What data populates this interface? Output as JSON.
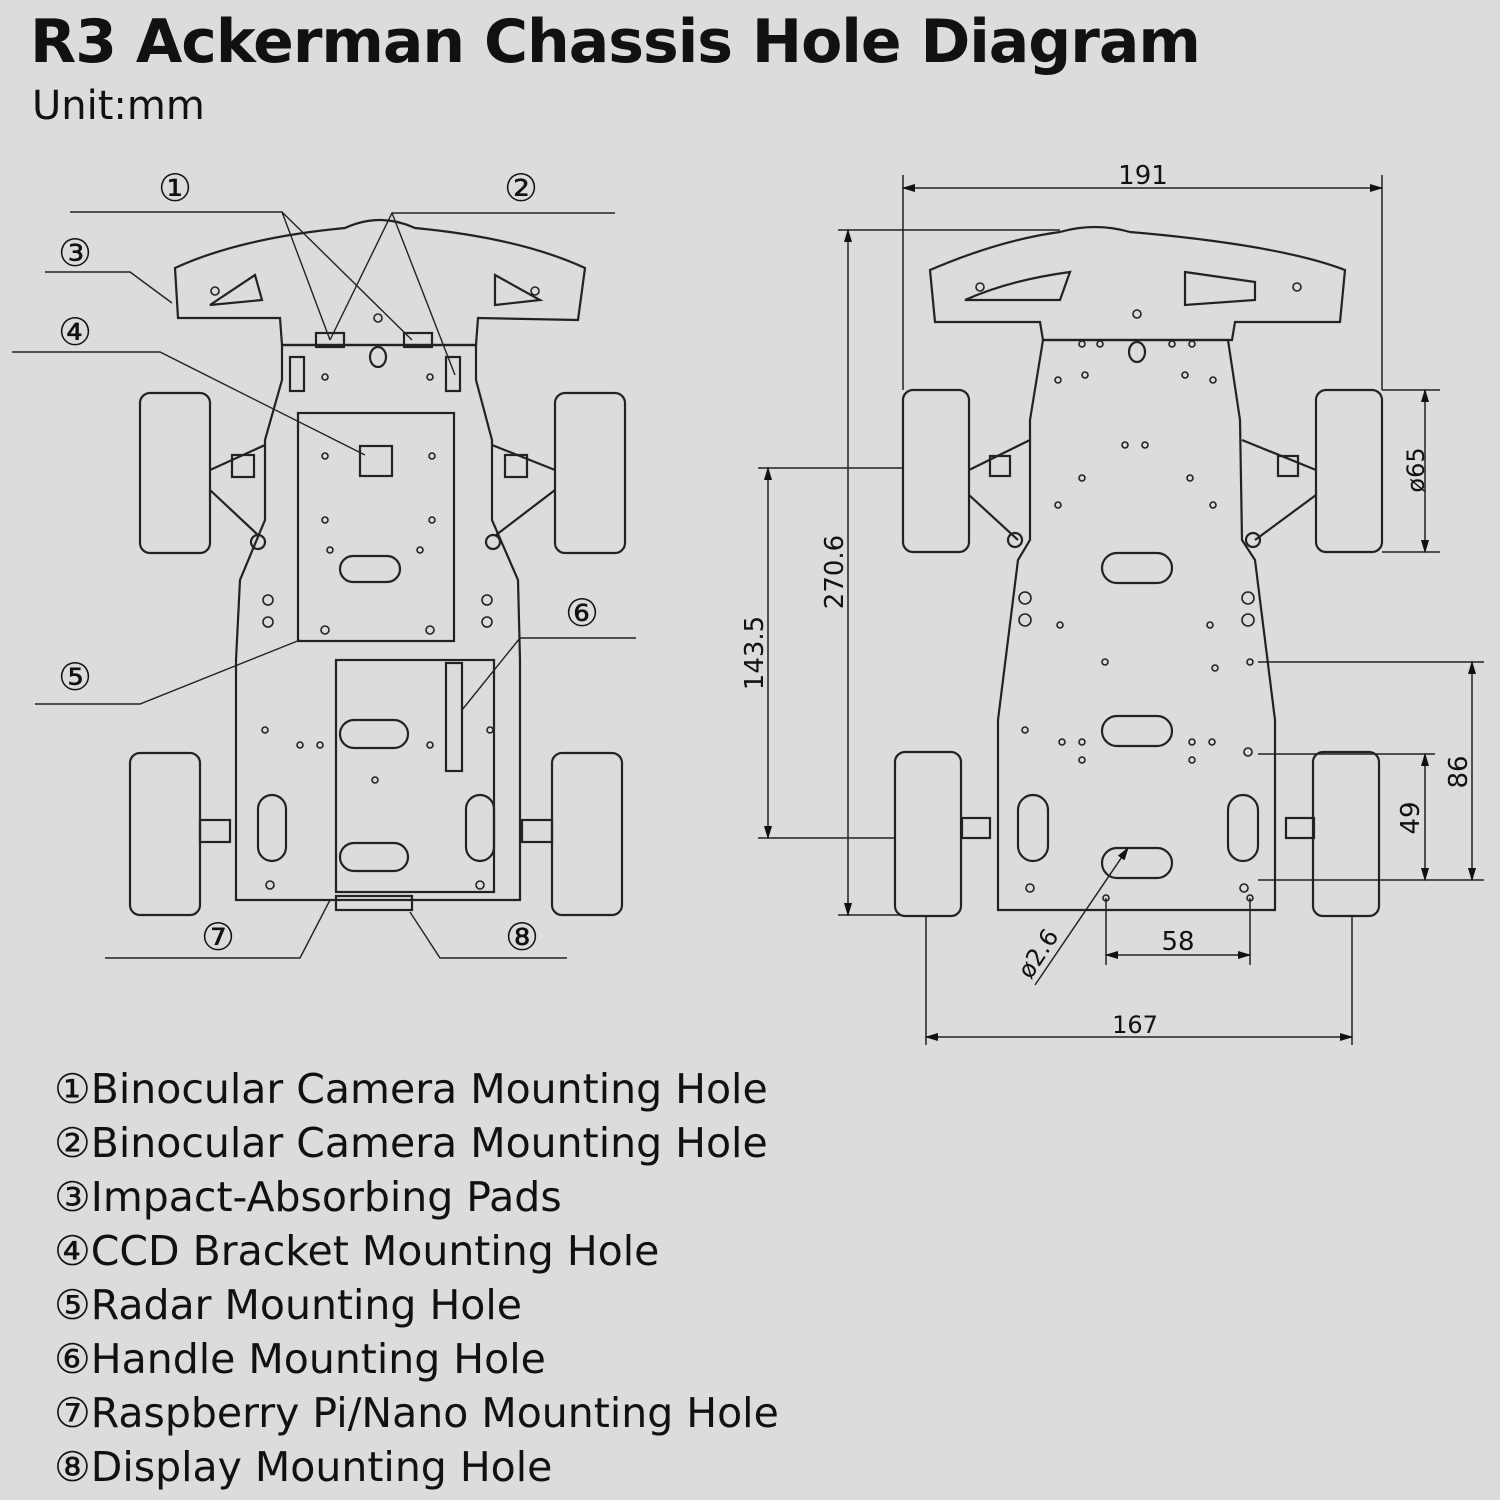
{
  "title": "R3 Ackerman Chassis Hole Diagram",
  "unit": "Unit:mm",
  "callouts": [
    "①",
    "②",
    "③",
    "④",
    "⑤",
    "⑥",
    "⑦",
    "⑧"
  ],
  "dimensions": {
    "overall_width": "191",
    "overall_length": "270.6",
    "wheelbase": "143.5",
    "wheel_diameter": "ø65",
    "rear_mount_86": "86",
    "rear_mount_49": "49",
    "rear_mount_58": "58",
    "rear_track": "167",
    "hole_diameter": "ø2.6"
  },
  "legend": [
    "①Binocular Camera Mounting Hole",
    "②Binocular Camera Mounting Hole",
    "③Impact-Absorbing Pads",
    "④CCD Bracket Mounting Hole",
    "⑤Radar Mounting Hole",
    "⑥Handle Mounting Hole",
    "⑦Raspberry Pi/Nano Mounting Hole",
    "⑧Display Mounting Hole"
  ]
}
